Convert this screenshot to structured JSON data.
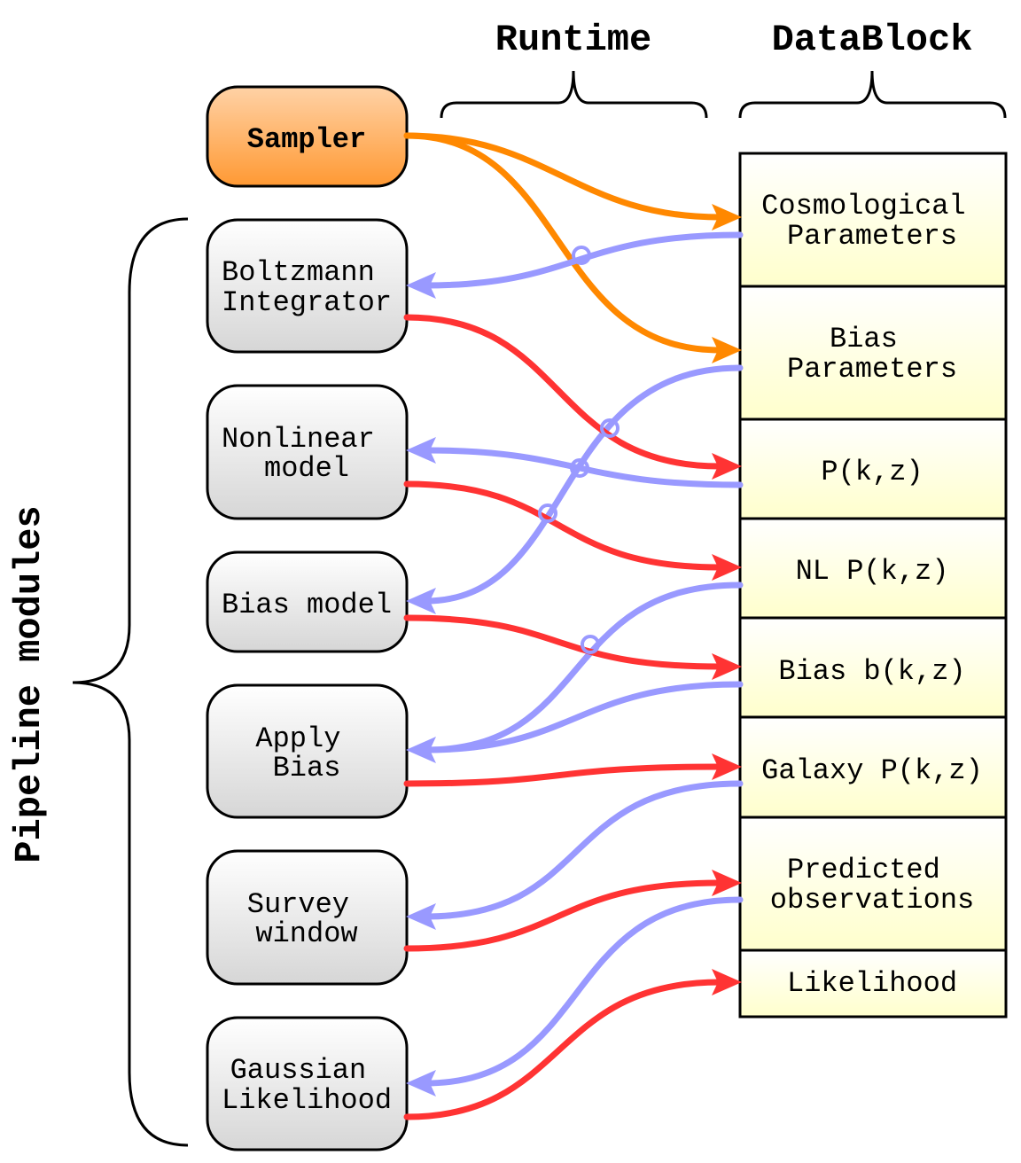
{
  "headers": {
    "runtime": "Runtime",
    "datablock": "DataBlock",
    "pipeline": "Pipeline modules"
  },
  "modules": {
    "sampler": [
      "Sampler"
    ],
    "boltzmann": [
      "Boltzmann",
      "Integrator"
    ],
    "nonlinear": [
      "Nonlinear",
      "model"
    ],
    "bias_model": [
      "Bias model"
    ],
    "apply_bias": [
      "Apply",
      "Bias"
    ],
    "survey_window": [
      "Survey",
      "window"
    ],
    "gaussian": [
      "Gaussian",
      "Likelihood"
    ]
  },
  "datablock": {
    "cosmo": [
      "Cosmological",
      "Parameters"
    ],
    "bias_params": [
      "Bias",
      "Parameters"
    ],
    "pk": [
      "P(k,z)"
    ],
    "nl_pk": [
      "NL P(k,z)"
    ],
    "bias_bkz": [
      "Bias b(k,z)"
    ],
    "galaxy_pk": [
      "Galaxy P(k,z)"
    ],
    "predicted": [
      "Predicted",
      "observations"
    ],
    "likelihood": [
      "Likelihood"
    ]
  },
  "colors": {
    "sampler_output": "#ff8800",
    "module_output": "#ff3333",
    "module_input": "#9999ff",
    "sampler_fill_top": "#ffd2a6",
    "sampler_fill_bottom": "#ff9933",
    "module_fill_top": "#ffffff",
    "module_fill_bottom": "#d6d6d6",
    "datablock_fill_top": "#ffffff",
    "datablock_fill_bottom": "#ffffcc"
  }
}
